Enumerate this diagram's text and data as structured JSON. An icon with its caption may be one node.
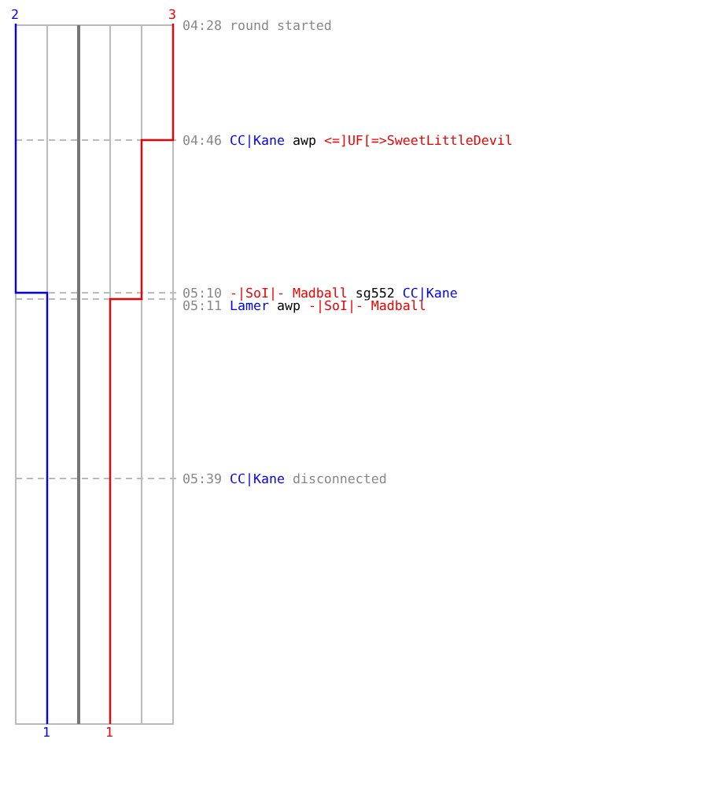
{
  "diagram": {
    "labels": [
      "2",
      "3",
      "04:28",
      "round started",
      "04:46",
      "CC|Kane",
      "awp",
      "<=]UF[=>SweetLittleDevil",
      "05:10",
      "-|SoI|- Madball",
      "sg552",
      "CC|Kane",
      "05:11",
      "Lamer",
      "awp",
      "-|SoI|- Madball",
      "05:39",
      "CC|Kane",
      "disconnected",
      "1",
      "1"
    ]
  }
}
